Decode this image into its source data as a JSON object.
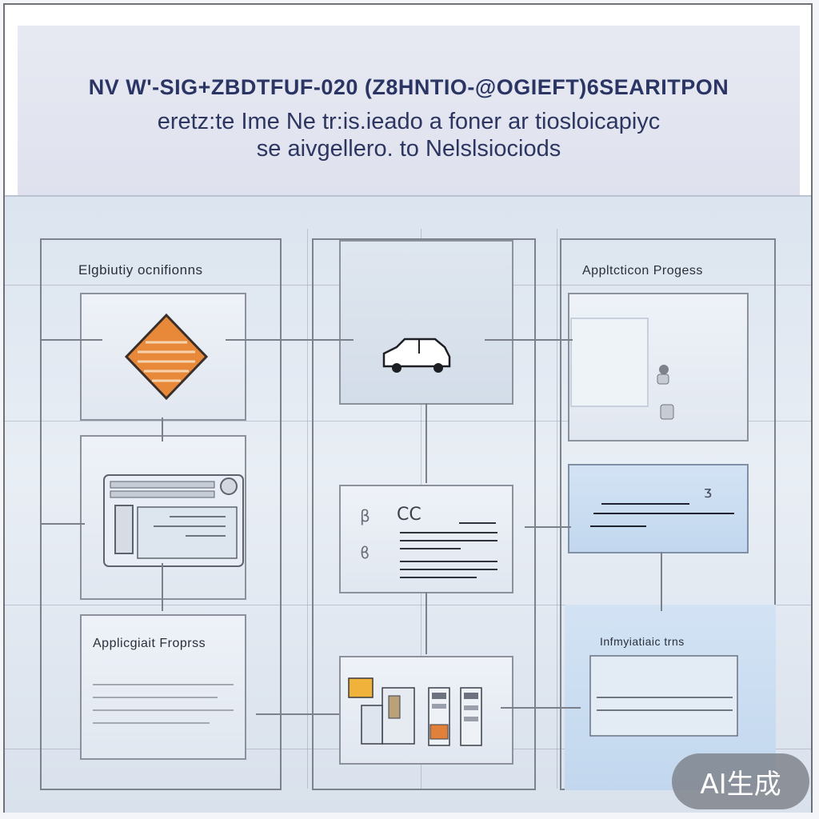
{
  "header": {
    "title": "NV W'-SIG+ZBDTFUF-020 (Z8HNTIO-@OGIEFT)6SEARITPON",
    "subtitle_line1": "eretz:te Ime Ne tr:is.ieado a foner ar tiosloicapiyc",
    "subtitle_line2": "se aivgellero. to Nelslsiociods"
  },
  "panels": {
    "left_top_label": "Elgbiutiy ocnifionns",
    "left_bottom_label": "Applicgiait Froprss",
    "right_top_label": "Appltcticon Progess",
    "right_bottom_label": "Infmyiatiaic trns"
  },
  "icons": {
    "warning": "diamond-warning-icon",
    "car": "car-icon",
    "card": "id-card-icon",
    "document": "document-icon",
    "machine": "machine-icon"
  },
  "colors": {
    "accent_orange": "#e8893a",
    "title_navy": "#2a3564",
    "panel_border": "#7d828d"
  },
  "watermark": "AI生成"
}
